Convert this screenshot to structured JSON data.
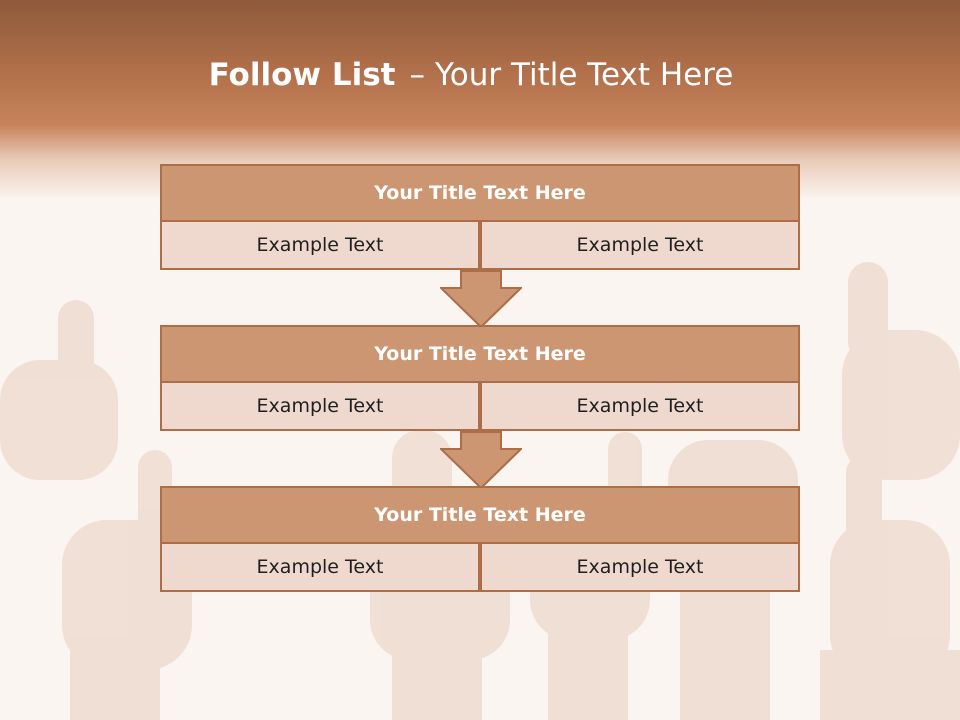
{
  "slide": {
    "title_bold": "Follow List",
    "title_separator": "–",
    "title_rest": "Your Title Text Here"
  },
  "blocks": [
    {
      "title": "Your Title Text Here",
      "left_text": "Example Text",
      "right_text": "Example Text"
    },
    {
      "title": "Your Title Text Here",
      "left_text": "Example Text",
      "right_text": "Example Text"
    },
    {
      "title": "Your Title Text Here",
      "left_text": "Example Text",
      "right_text": "Example Text"
    }
  ],
  "colors": {
    "header_brown": "#b06f4a",
    "block_title_fill": "#cc9672",
    "block_cell_fill": "#efd9cf",
    "border": "#ad6d46",
    "background": "#fbf5f1"
  },
  "background_image": "thumbs-up-hands"
}
